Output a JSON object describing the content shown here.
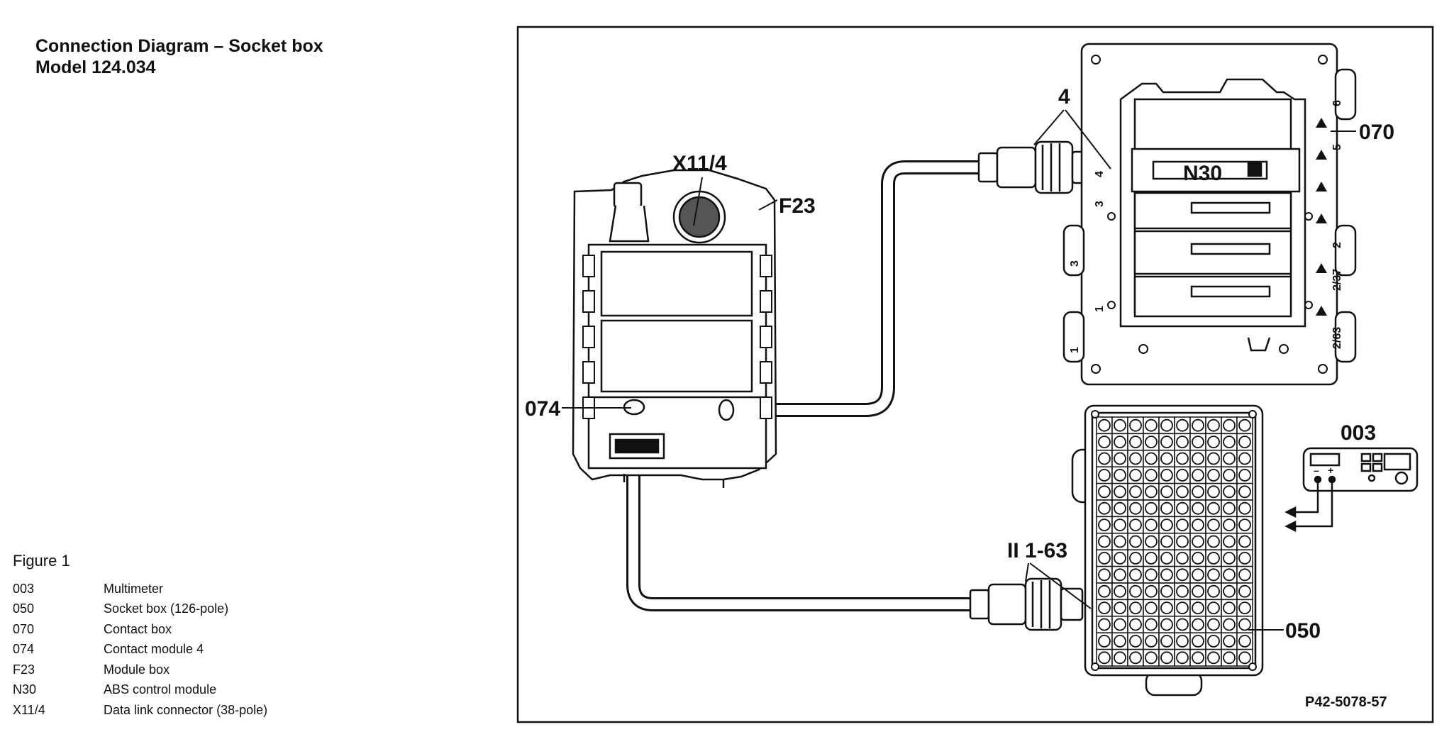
{
  "title": {
    "line1": "Connection Diagram – Socket box",
    "line2": "Model 124.034"
  },
  "legend": {
    "figure_label": "Figure 1",
    "items": [
      {
        "code": "003",
        "desc": "Multimeter"
      },
      {
        "code": "050",
        "desc": "Socket box (126-pole)"
      },
      {
        "code": "070",
        "desc": "Contact box"
      },
      {
        "code": "074",
        "desc": "Contact module 4"
      },
      {
        "code": "F23",
        "desc": "Module box"
      },
      {
        "code": "N30",
        "desc": "ABS control module"
      },
      {
        "code": "X11/4",
        "desc": "Data link connector (38-pole)"
      }
    ]
  },
  "diagram": {
    "labels": {
      "x114": "X11/4",
      "f23": "F23",
      "l074": "074",
      "four": "4",
      "n30": "N30",
      "l070": "070",
      "l003": "003",
      "ii163": "II 1-63",
      "l050": "050",
      "ref": "P42-5078-57"
    },
    "contact_box_numbers": {
      "left_a": "4",
      "left_b": "3",
      "left_c": "1",
      "right_a": "6",
      "right_b": "5",
      "right_c": "2",
      "right_d": "2/37",
      "right_e": "2/63",
      "side_a": "3",
      "side_b": "1"
    },
    "multimeter": {
      "minus": "–",
      "plus": "+"
    }
  }
}
